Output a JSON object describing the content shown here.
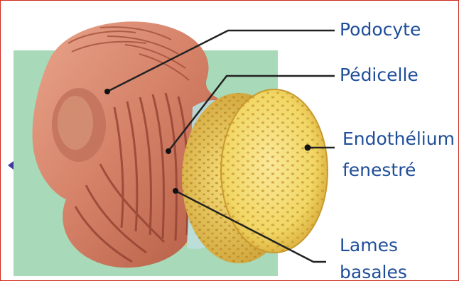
{
  "labels": {
    "podocyte": "Podocyte",
    "pedicelle": "Pédicelle",
    "endothelium_line1": "Endothélium",
    "endothelium_line2": "fenestré",
    "lames_line1": "Lames",
    "lames_line2": "basales"
  },
  "colors": {
    "border": "#d2281e",
    "label_text": "#1f4e99",
    "background_panel": "#a8d9b8",
    "podocyte": "#d98a6e",
    "podocyte_dark": "#a8503b",
    "endothelium": "#f1d765",
    "endothelium_dark": "#c99a2e",
    "basal_lamina": "#b9dfe0",
    "leader_line": "#222222"
  }
}
